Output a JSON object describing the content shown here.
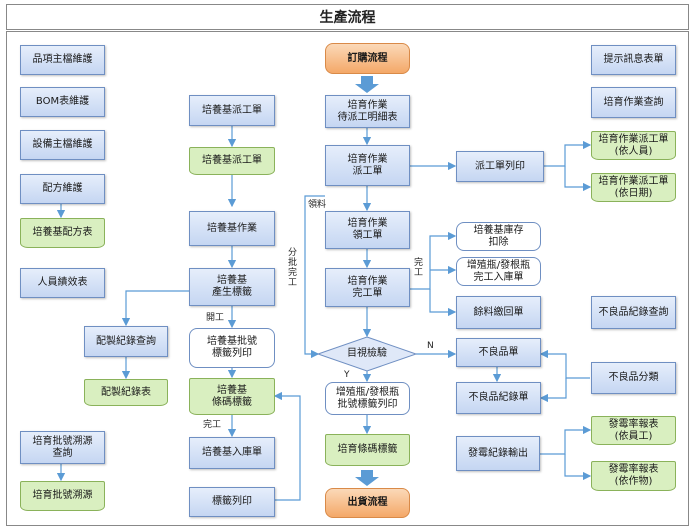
{
  "title": "生產流程",
  "nodes": {
    "item_master": "品項主檔維護",
    "bom": "BOM表維護",
    "equip_master": "設備主檔維護",
    "recipe": "配方維護",
    "media_recipe": "培養基配方表",
    "staff_perf": "人員績效表",
    "batch_trace_query": "培育批號溯源\n查詢",
    "batch_trace": "培育批號溯源",
    "media_dispatch": "培養基派工單",
    "media_dispatch_doc": "培養基派工單",
    "media_work": "培養基作業",
    "media_label": "培養基\n產生標籤",
    "prep_query": "配製紀錄查詢",
    "prep_record": "配製紀錄表",
    "batch_label_print": "培養基批號\n標籤列印",
    "media_barcode": "培養基\n條碼標籤",
    "media_stockin": "培養基入庫單",
    "label_print": "標籤列印",
    "order_flow": "訂購流程",
    "wait_dispatch": "培育作業\n待派工明細表",
    "cultivate_dispatch": "培育作業\n派工單",
    "cultivate_pick": "培育作業\n領工單",
    "cultivate_complete": "培育作業\n完工單",
    "inspection": "目視檢驗",
    "bottle_label_print": "增殖瓶/發根瓶\n批號標籤列印",
    "cultivate_barcode": "培育條碼標籤",
    "ship_flow": "出貨流程",
    "dispatch_print": "派工單列印",
    "media_stock_deduct": "培養基庫存\n扣除",
    "bottle_stockin": "增殖瓶/發根瓶\n完工入庫單",
    "scrap_return": "餘料繳回單",
    "defect_doc": "不良品單",
    "defect_record": "不良品紀錄單",
    "defect_classify": "不良品分類",
    "defect_query": "不良品紀錄查詢",
    "mold_output": "發霉紀錄輸出",
    "mold_by_staff": "發霉率報表\n(依員工)",
    "mold_by_crop": "發霉率報表\n(依作物)",
    "hint_table": "提示訊息表單",
    "cultivate_query": "培育作業查詢",
    "dispatch_by_staff": "培育作業派工單\n(依人員)",
    "dispatch_by_date": "培育作業派工單\n(依日期)"
  },
  "labels": {
    "pick": "領料",
    "split": "分\n批\n完\n工",
    "complete_a": "完\n工",
    "start": "開工",
    "complete_b": "完工",
    "yes": "Y",
    "no": "N"
  },
  "colors": {
    "process": "#c5d6f2",
    "document": "#d9efc0",
    "terminal": "#f4a868",
    "arrow_main": "#6f8fc2",
    "connector": "#5b9bd5"
  }
}
